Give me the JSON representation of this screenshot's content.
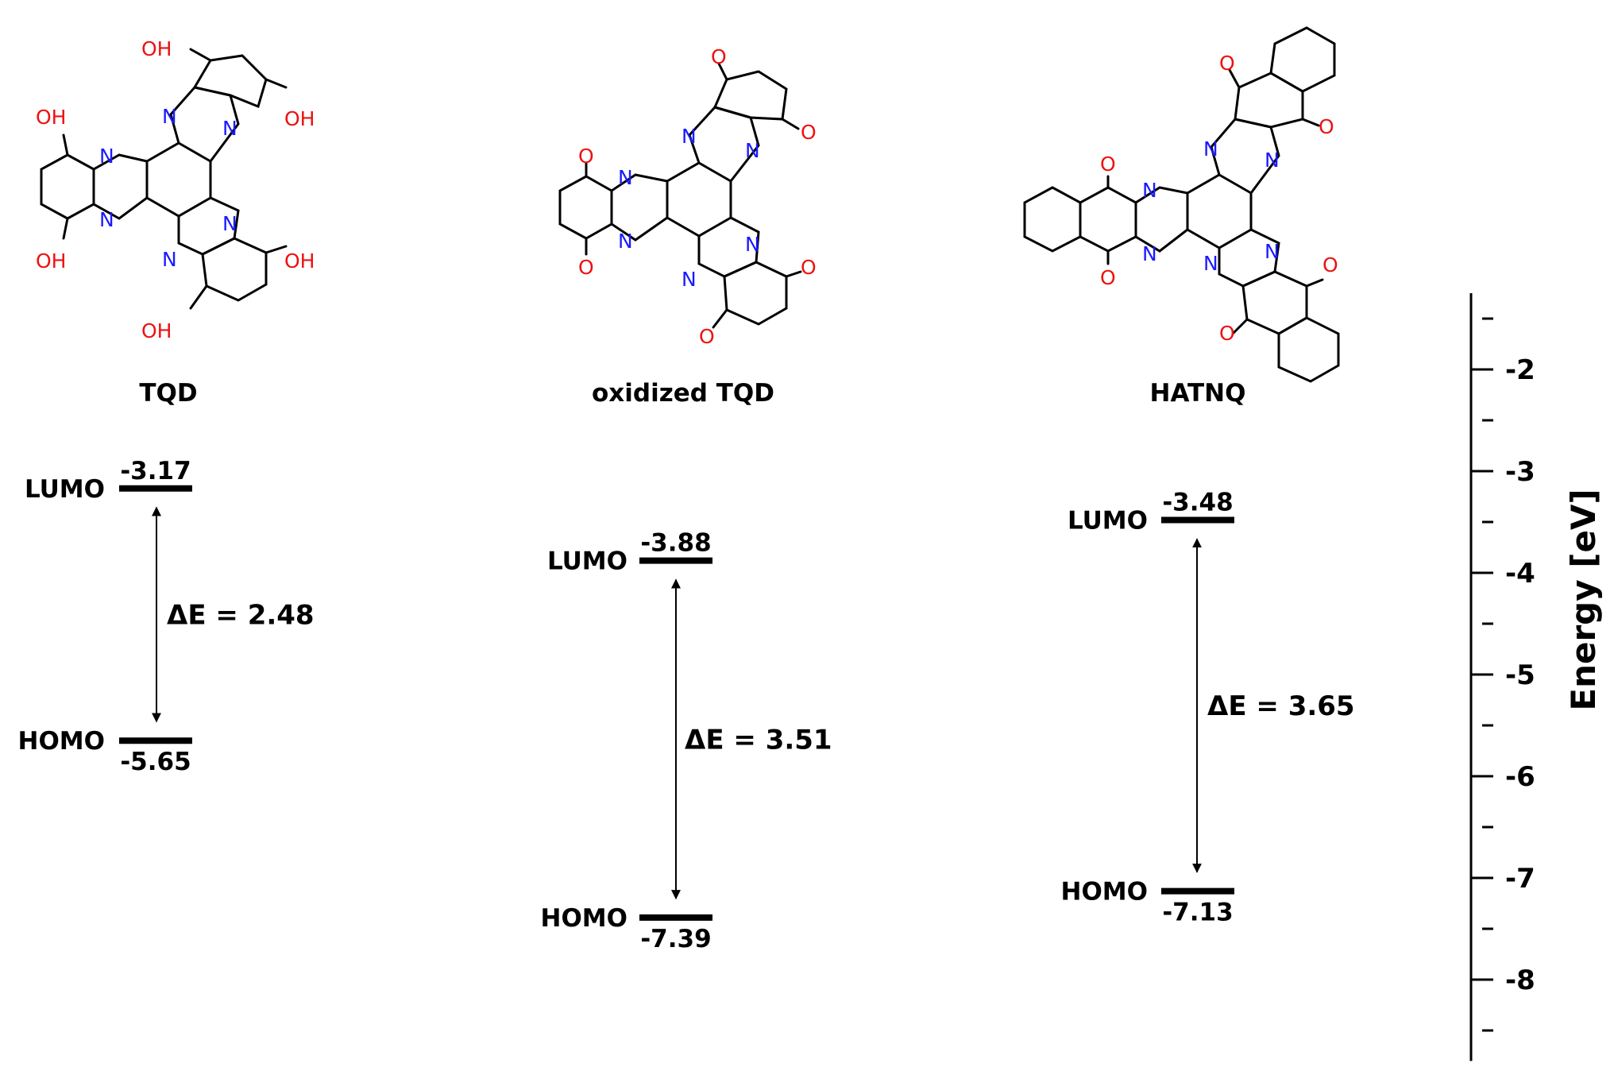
{
  "molecules": [
    {
      "name": "TQD",
      "lumo_label": "LUMO",
      "homo_label": "HOMO",
      "lumo": -3.17,
      "homo": -5.65,
      "lumo_text": "-3.17",
      "homo_text": "-5.65",
      "gap_text": "ΔE = 2.48",
      "atoms": {
        "N": "N",
        "OH": "OH"
      }
    },
    {
      "name": "oxidized TQD",
      "lumo_label": "LUMO",
      "homo_label": "HOMO",
      "lumo": -3.88,
      "homo": -7.39,
      "lumo_text": "-3.88",
      "homo_text": "-7.39",
      "gap_text": "ΔE = 3.51",
      "atoms": {
        "N": "N",
        "O": "O"
      }
    },
    {
      "name": "HATNQ",
      "lumo_label": "LUMO",
      "homo_label": "HOMO",
      "lumo": -3.48,
      "homo": -7.13,
      "lumo_text": "-3.48",
      "homo_text": "-7.13",
      "gap_text": "ΔE = 3.65",
      "atoms": {
        "N": "N",
        "O": "O"
      }
    }
  ],
  "axis": {
    "title": "Energy [eV]",
    "ticks": [
      -2,
      -3,
      -4,
      -5,
      -6,
      -7,
      -8
    ],
    "tick_labels": [
      "-2",
      "-3",
      "-4",
      "-5",
      "-6",
      "-7",
      "-8"
    ],
    "range": [
      -1.25,
      -8.8
    ]
  },
  "colors": {
    "nitrogen": "#1a1aff",
    "oxygen": "#ee1111",
    "line": "#000000"
  }
}
